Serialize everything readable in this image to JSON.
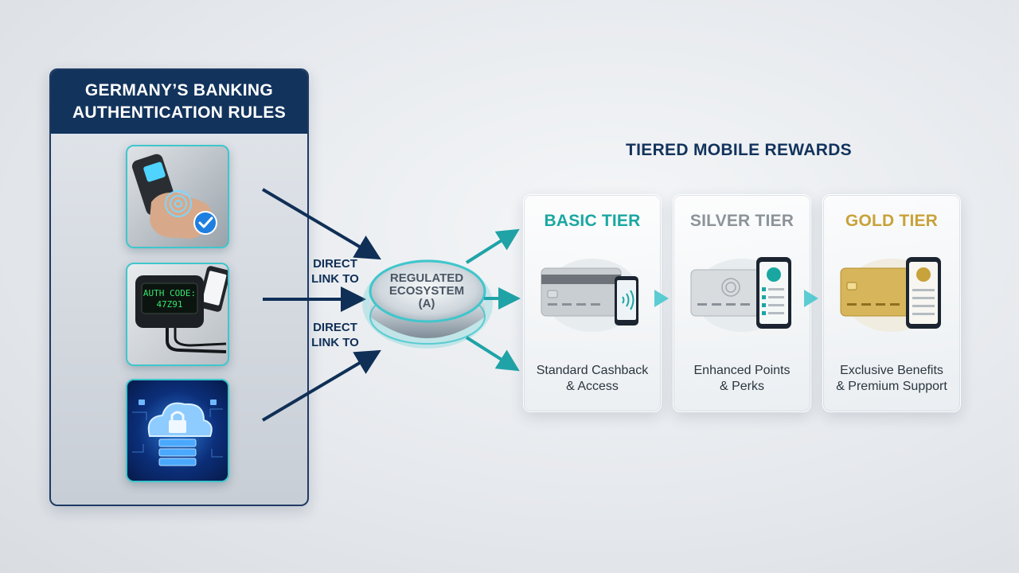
{
  "panel": {
    "title_line1": "GERMANY’S BANKING",
    "title_line2": "AUTHENTICATION RULES",
    "tiles": [
      {
        "icon": "fingerprint-scanner-icon"
      },
      {
        "icon": "auth-code-device-icon",
        "code_line1": "AUTH CODE:",
        "code_line2": "47Z91"
      },
      {
        "icon": "cloud-lock-icon"
      }
    ]
  },
  "links": {
    "label1_line1": "DIRECT",
    "label1_line2": "LINK TO",
    "label2_line1": "DIRECT",
    "label2_line2": "LINK TO"
  },
  "hub": {
    "line1": "REGULATED",
    "line2": "ECOSYSTEM",
    "line3": "(A)"
  },
  "rewards": {
    "title": "TIERED MOBILE REWARDS",
    "tiers": [
      {
        "name": "BASIC TIER",
        "color": "#1aa7a1",
        "desc_line1": "Standard Cashback",
        "desc_line2": "& Access"
      },
      {
        "name": "SILVER TIER",
        "color": "#8c9399",
        "desc_line1": "Enhanced Points",
        "desc_line2": "& Perks"
      },
      {
        "name": "GOLD TIER",
        "color": "#c8a23a",
        "desc_line1": "Exclusive Benefits",
        "desc_line2": "& Premium Support"
      }
    ]
  },
  "colors": {
    "navy": "#12335c",
    "teal": "#1fa3a7",
    "accent_cyan": "#3fc6cc"
  }
}
